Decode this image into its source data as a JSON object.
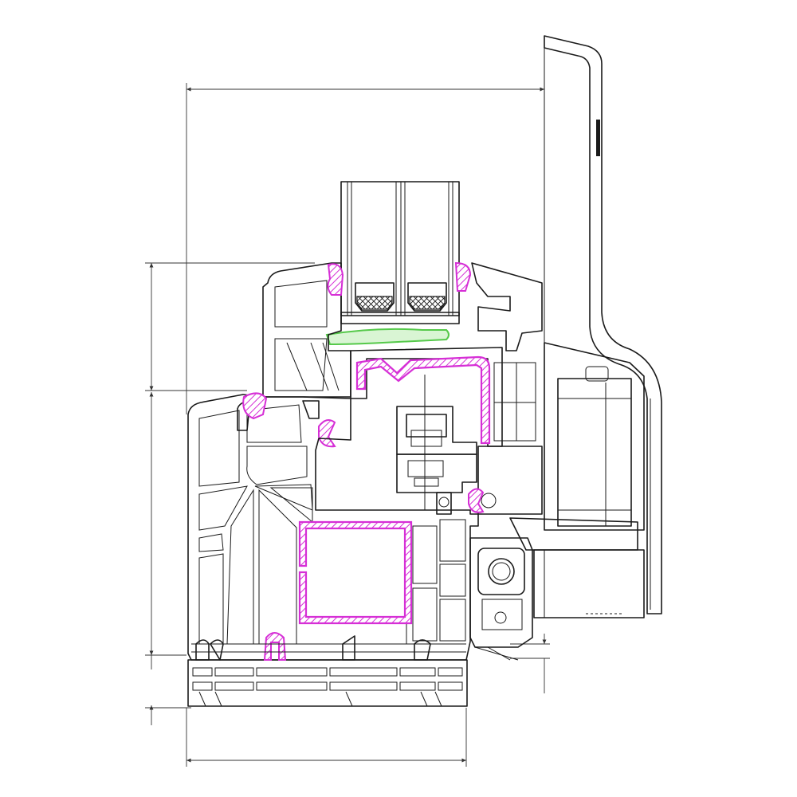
{
  "dimensions": {
    "top_width": "109",
    "sash_height": "39",
    "frame_height": "80",
    "base_height": "15",
    "bottom_width": "85",
    "overlap": "4"
  },
  "colors": {
    "line": "#1a1a1a",
    "reinforcement_gasket": "#d62fd6",
    "glazing_bead_seal": "#55c94a"
  }
}
